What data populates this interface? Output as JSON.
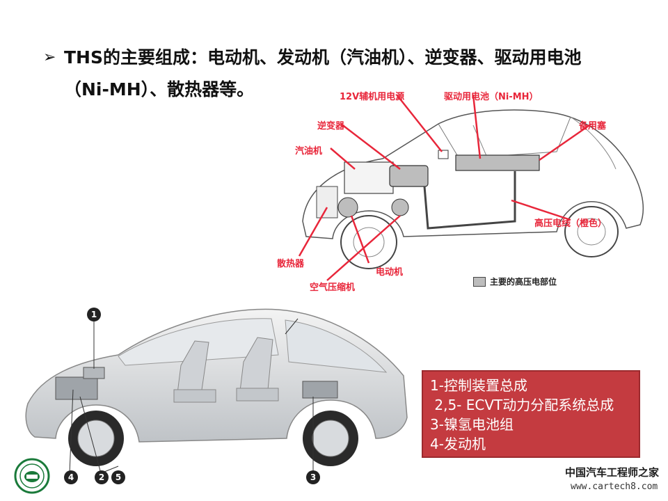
{
  "heading": {
    "bullet_symbol": "➢",
    "line1": "THS的主要组成：电动机、发动机（汽油机）、逆变器、驱动用电池",
    "line2": "（Ni-MH）、散热器等。"
  },
  "top_diagram": {
    "labels": {
      "aux_power": "12V辅机用电源",
      "drive_battery": "驱动用电池（Ni-MH）",
      "inverter": "逆变器",
      "spare_tire": "备用塞",
      "gasoline_engine": "汽油机",
      "hv_cable": "高压电线（橙色）",
      "radiator": "散热器",
      "motor": "电动机",
      "air_compressor": "空气压缩机"
    },
    "legend": "主要的高压电部位",
    "label_color": "#e8263a"
  },
  "bottom_car": {
    "markers": [
      "1",
      "4",
      "2",
      "5",
      "3"
    ]
  },
  "info_box": {
    "lines": [
      "1-控制装置总成",
      " 2,5- ECVT动力分配系统总成",
      "3-镍氢电池组",
      "4-发动机"
    ],
    "background": "#c43b40"
  },
  "watermark": {
    "name": "中国汽车工程师之家",
    "url": "www.cartech8.com"
  }
}
